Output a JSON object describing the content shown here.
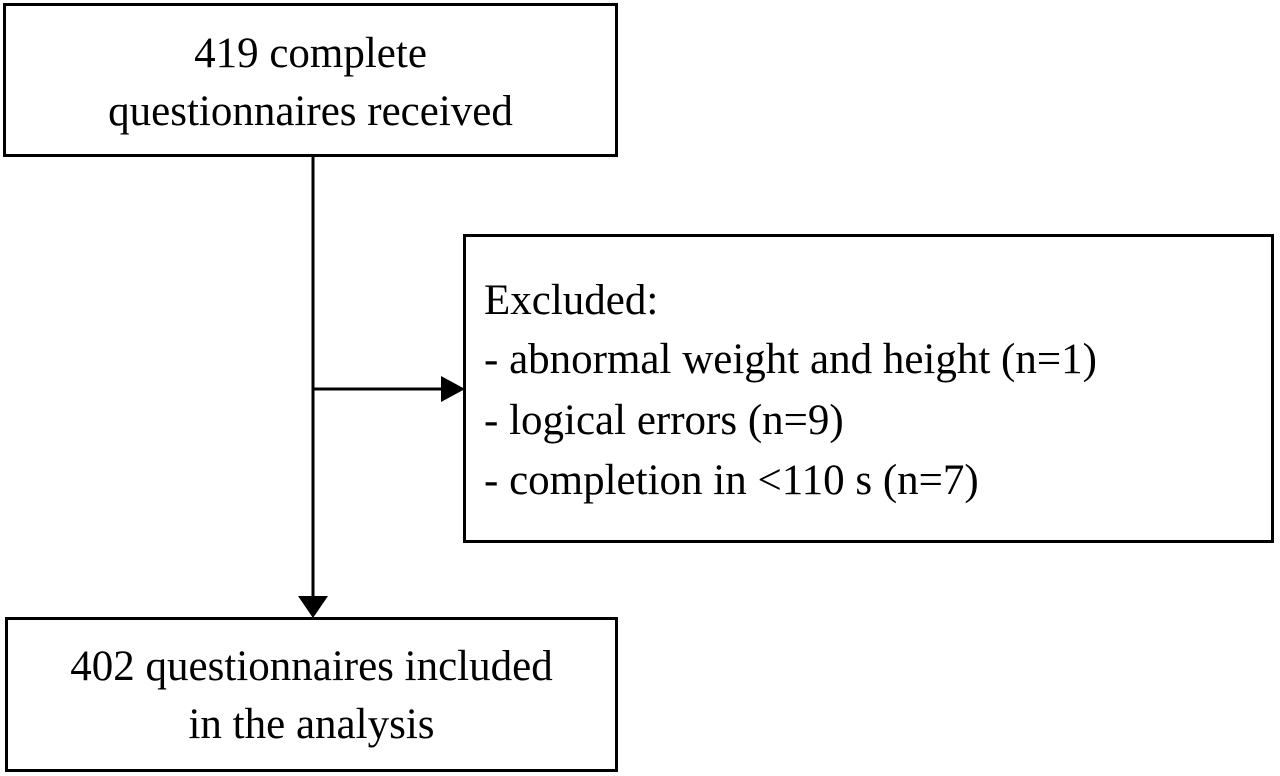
{
  "flowchart": {
    "received": {
      "line1": "419 complete",
      "line2": "questionnaires received"
    },
    "excluded": {
      "heading": "Excluded:",
      "reasons": [
        "- abnormal weight and height (n=1)",
        "- logical errors (n=9)",
        "- completion in <110 s (n=7)"
      ]
    },
    "included": {
      "line1": "402 questionnaires included",
      "line2": "in the analysis"
    }
  },
  "colors": {
    "stroke": "#000000",
    "background": "#ffffff"
  }
}
